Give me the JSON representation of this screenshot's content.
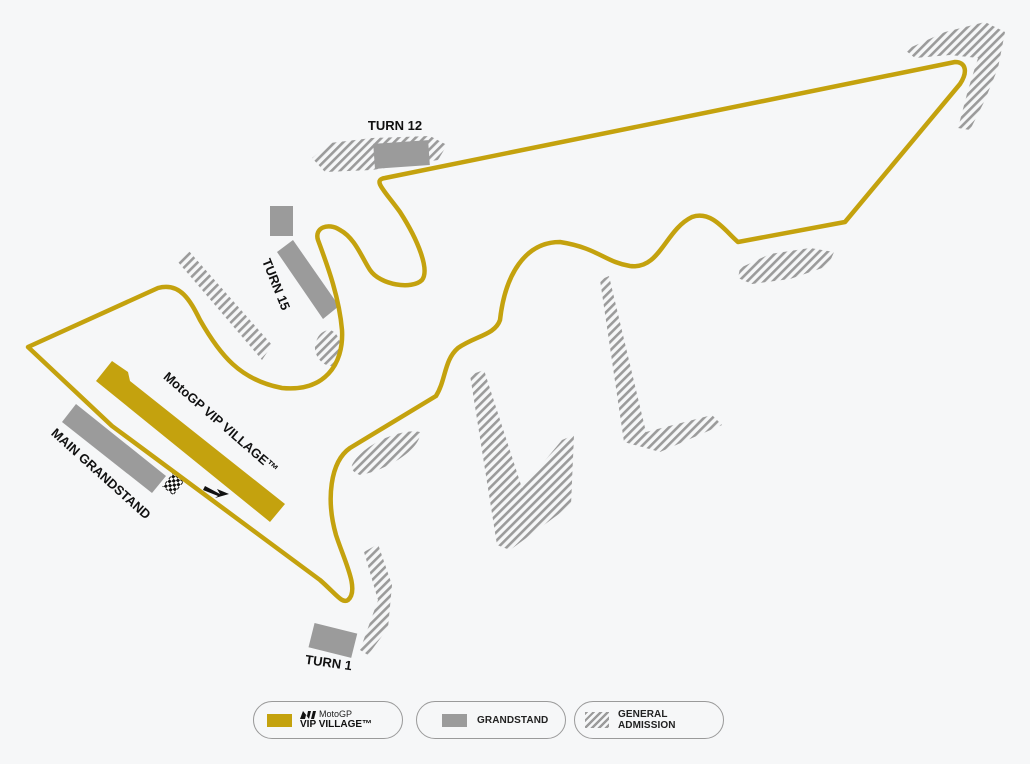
{
  "map": {
    "colors": {
      "track": "#c4a20e",
      "vip_village": "#c4a20e",
      "grandstand": "#9b9b9b",
      "general_admission": "#9b9b9b",
      "background": "#f6f7f8"
    },
    "labels": {
      "turn_12": "TURN 12",
      "turn_15": "TURN 15",
      "turn_1": "TURN 1",
      "main_grandstand": "MAIN GRANDSTAND",
      "vip_village": "MotoGP VIP VILLAGE™"
    },
    "icons": [
      "checkered-flag-icon",
      "direction-arrow-icon"
    ]
  },
  "legend": {
    "vip": {
      "brand": "MotoGP",
      "label": "VIP VILLAGE™",
      "brand_icon": "motogp-logo-icon"
    },
    "grandstand": {
      "label": "GRANDSTAND"
    },
    "general_admission": {
      "label": "GENERAL ADMISSION"
    }
  }
}
